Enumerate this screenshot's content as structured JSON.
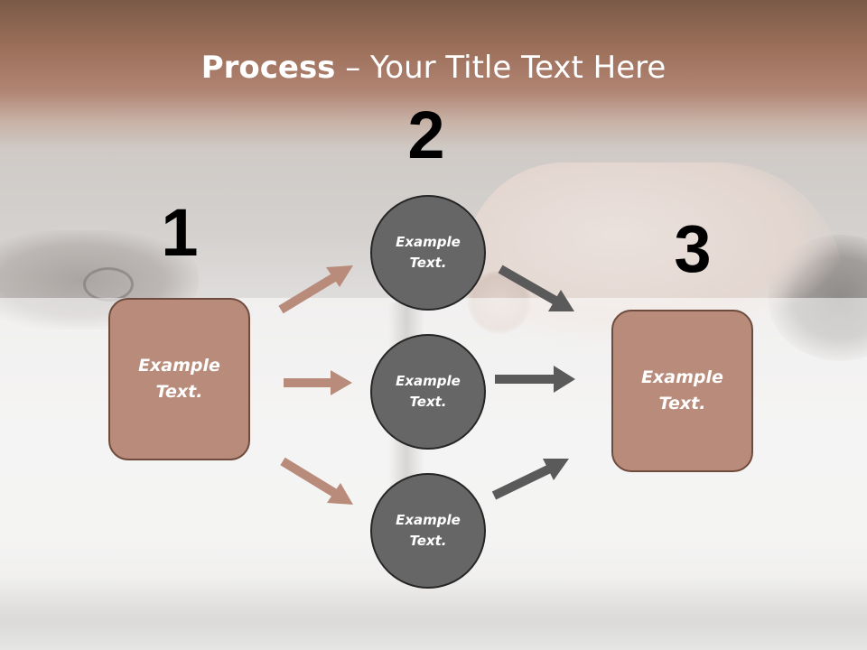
{
  "title": {
    "bold": "Process",
    "rest": " – Your Title Text Here"
  },
  "steps": {
    "one": "1",
    "two": "2",
    "three": "3"
  },
  "boxes": {
    "left": "Example\nText.",
    "right": "Example\nText."
  },
  "circles": {
    "top": "Example\nText.",
    "middle": "Example\nText.",
    "bottom": "Example\nText."
  },
  "colors": {
    "accent": "#b88b7a",
    "circle": "#666666",
    "arrow_dark": "#5a5a5a",
    "title": "#ffffff"
  }
}
